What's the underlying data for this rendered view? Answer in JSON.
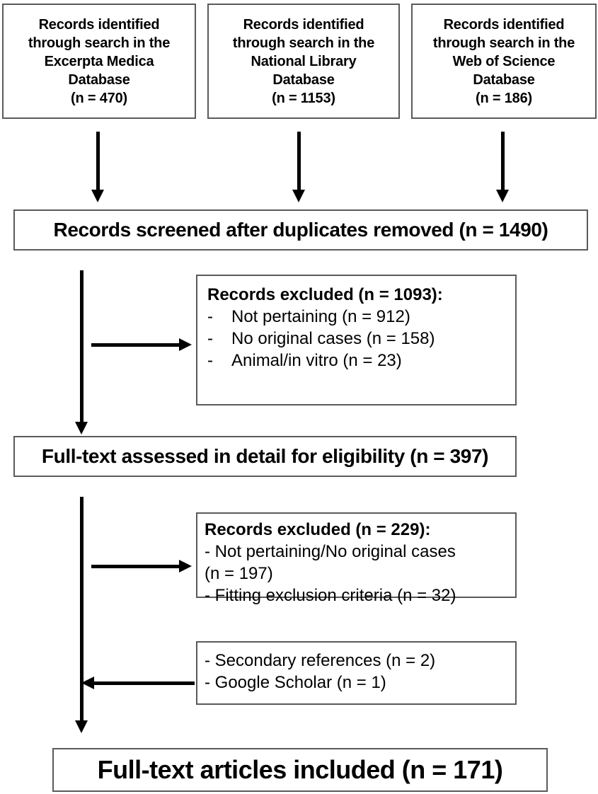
{
  "diagram": {
    "title": "PRISMA study selection flow diagram",
    "colors": {
      "box_border": "#5a5a5a",
      "arrow": "#000000",
      "background": "#ffffff",
      "text": "#000000"
    }
  },
  "sources": [
    {
      "name": "embase",
      "lines": [
        "Records identified",
        "through search in the",
        "Excerpta Medica",
        "Database",
        "(n = 470)"
      ],
      "count": "470"
    },
    {
      "name": "national-library",
      "lines": [
        "Records identified",
        "through search in the",
        "National Library",
        "Database",
        "(n = 1153)"
      ],
      "count": "1153"
    },
    {
      "name": "web-of-science",
      "lines": [
        "Records identified",
        "through search in the",
        "Web of Science",
        "Database",
        "(n = 186)"
      ],
      "count": "186"
    }
  ],
  "screened": {
    "label": "Records screened after duplicates removed (n = 1490)",
    "count": "1490"
  },
  "excluded_screening": {
    "heading": "Records excluded (n = 1093):",
    "count": "1093",
    "items": [
      {
        "dash": "-",
        "text": "Not pertaining (n = 912)"
      },
      {
        "dash": "-",
        "text": "No original cases (n = 158)"
      },
      {
        "dash": "-",
        "text": "Animal/in vitro (n = 23)"
      }
    ]
  },
  "eligibility": {
    "label": "Full-text assessed in detail for eligibility (n = 397)",
    "count": "397"
  },
  "excluded_eligibility": {
    "heading": "Records excluded (n = 229):",
    "count": "229",
    "lines": [
      "- Not pertaining/No original cases",
      "(n = 197)",
      "- Fitting exclusion criteria (n = 32)"
    ]
  },
  "additional_records": {
    "lines": [
      "- Secondary references (n = 2)",
      "- Google Scholar (n = 1)"
    ]
  },
  "included": {
    "label": "Full-text articles included (n = 171)",
    "count": "171"
  }
}
